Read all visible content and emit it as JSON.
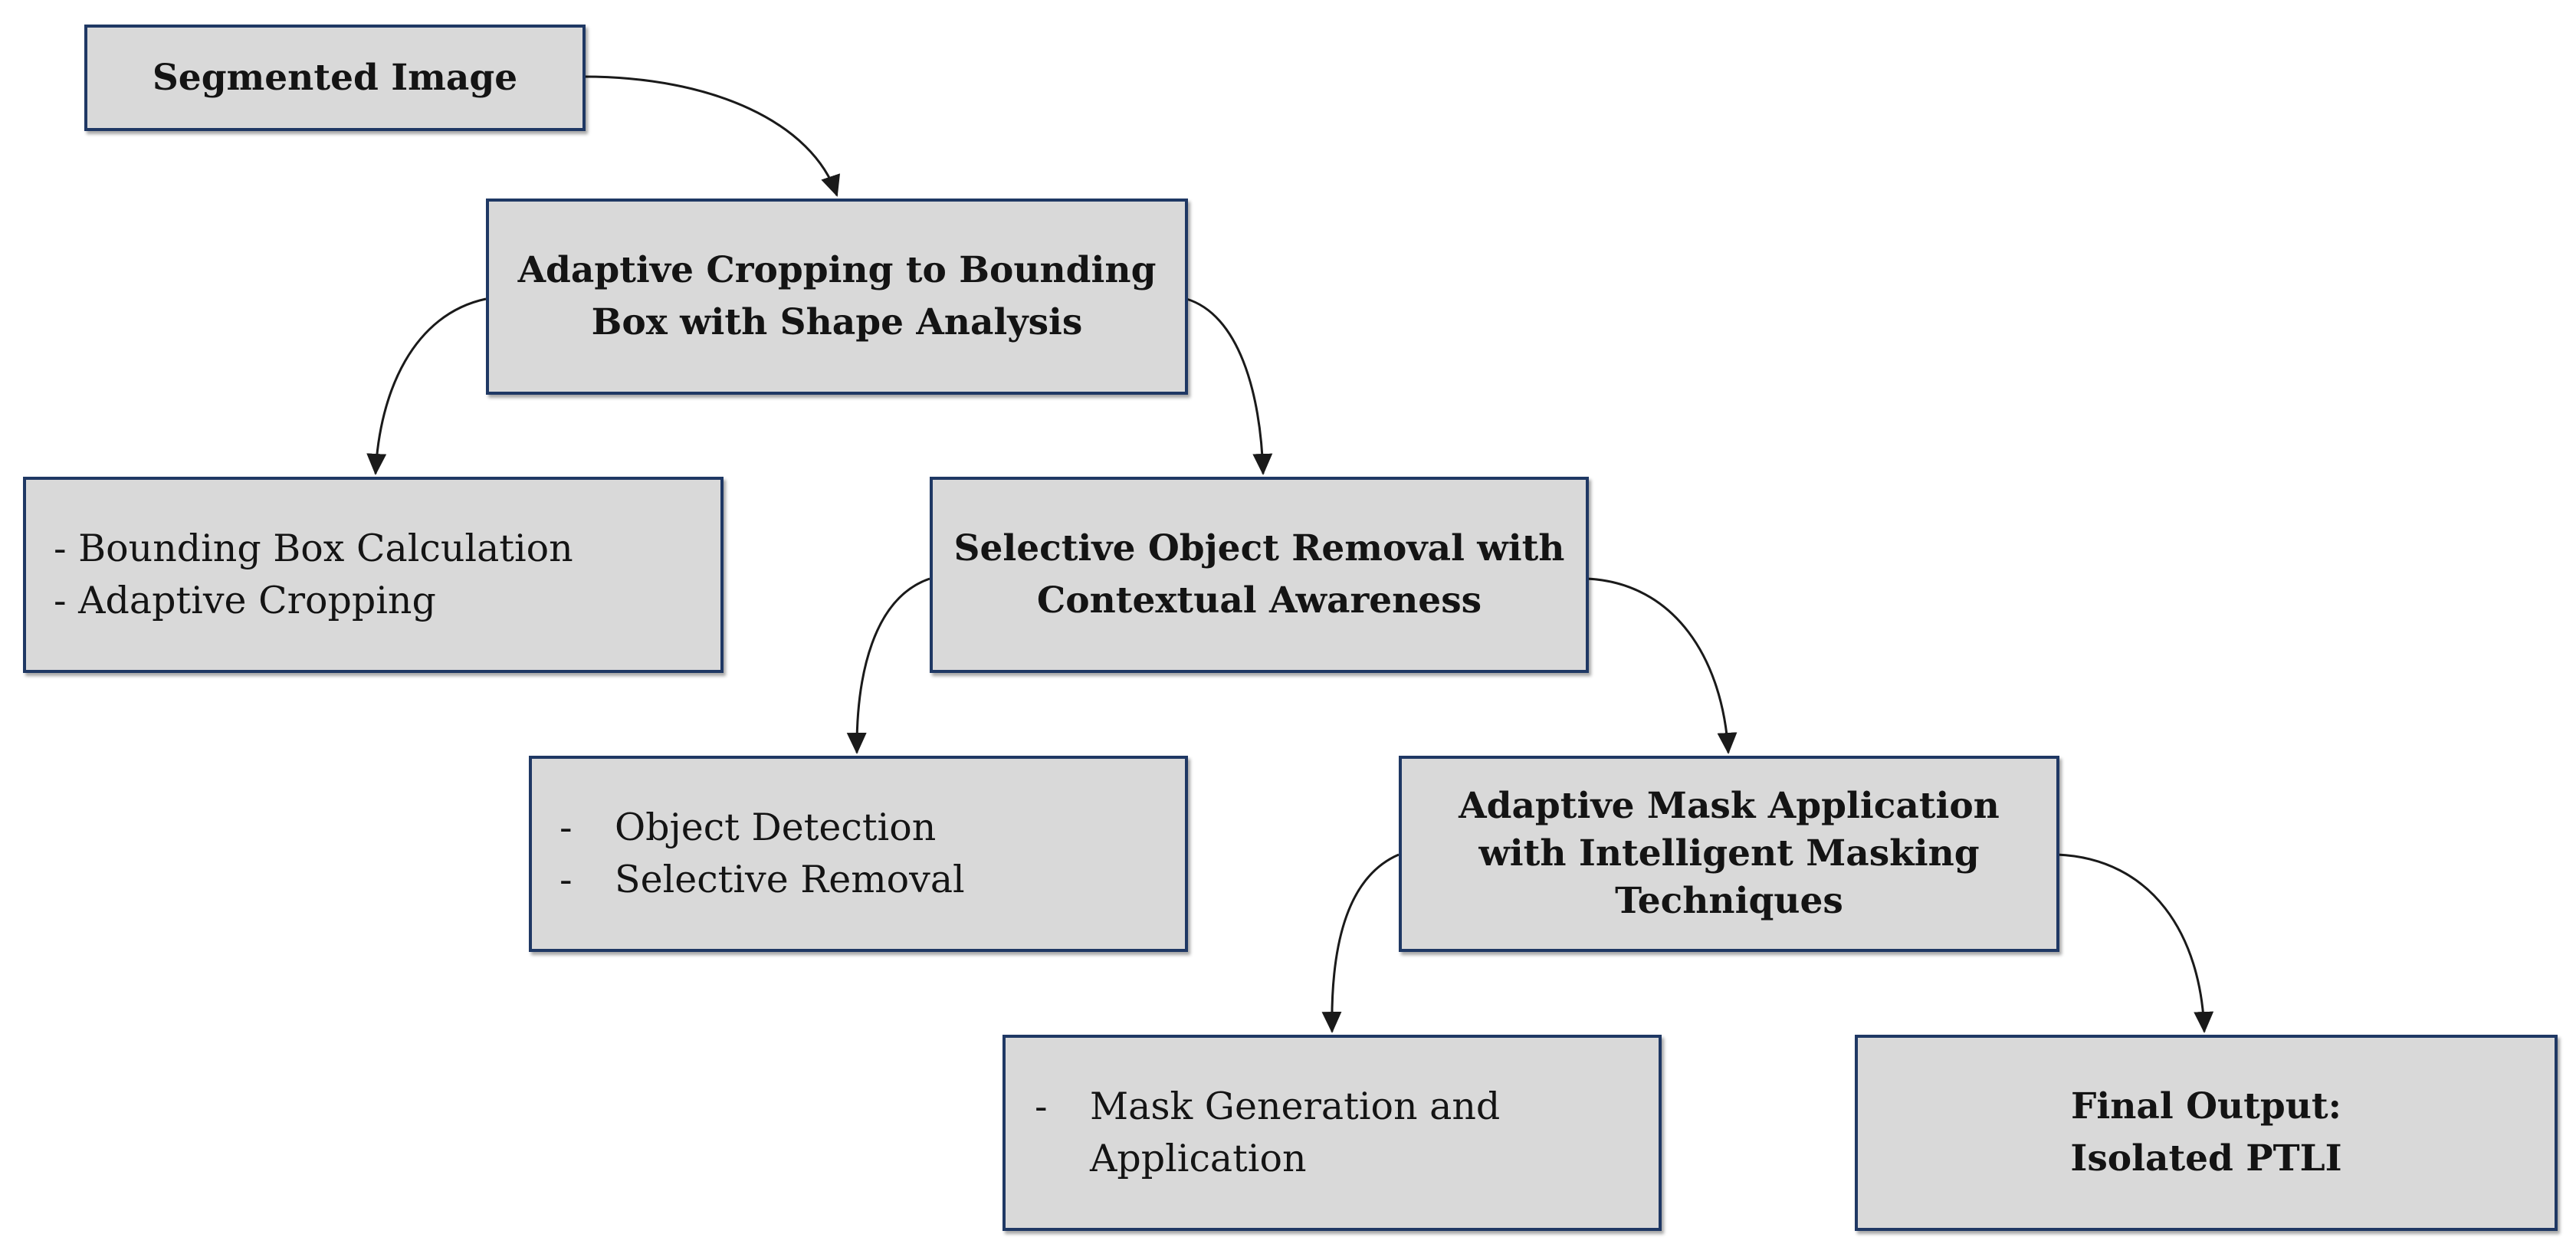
{
  "nodes": {
    "segmented_image": {
      "lines": [
        "Segmented Image"
      ]
    },
    "adaptive_cropping": {
      "lines": [
        "Adaptive Cropping to Bounding",
        "Box with Shape Analysis"
      ]
    },
    "cropping_details": {
      "items": [
        [
          "- Bounding Box Calculation"
        ],
        [
          "- Adaptive Cropping"
        ]
      ]
    },
    "selective_removal": {
      "lines": [
        "Selective Object Removal with",
        "Contextual Awareness"
      ]
    },
    "removal_details": {
      "dash": "-",
      "items": [
        [
          "Object Detection"
        ],
        [
          "Selective Removal"
        ]
      ]
    },
    "mask_application": {
      "lines": [
        "Adaptive Mask Application",
        "with Intelligent Masking",
        "Techniques"
      ]
    },
    "mask_details": {
      "dash": "-",
      "items": [
        [
          "Mask Generation and",
          "Application"
        ]
      ]
    },
    "final_output": {
      "lines": [
        "Final Output:",
        "Isolated PTLI"
      ]
    }
  },
  "colors": {
    "box_fill": "#d9d9d9",
    "box_border": "#1f3864",
    "text": "#141414",
    "arrow": "#1a1a1a"
  }
}
